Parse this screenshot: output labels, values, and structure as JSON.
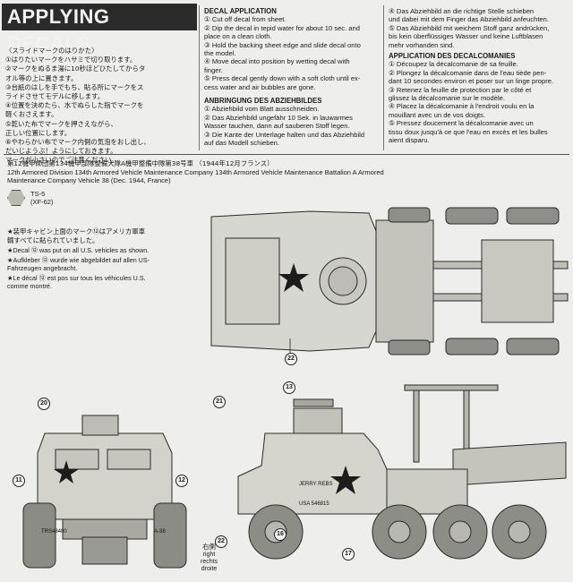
{
  "header": {
    "title": "APPLYING DECALS"
  },
  "jp_instructions": {
    "heading": "〈スライドマークのはりかた〉",
    "steps": [
      "①はりたいマークをハサミで切り取ります。",
      "②マークをぬるま湯に10秒ほどひたしてからタ",
      "オル等の上に置きます。",
      "③台紙のはしを手でもち、貼る所にマークをス",
      "ライドさせてモデルに移します。",
      "④位置を決めたら、水でぬらした指でマークを",
      "軽くおさえます。",
      "⑤乾いた布でマークを押さえながら、",
      "正しい位置にします。",
      "⑥やわらかい布でマーク内側の気泡をおし出し、",
      "だいじようぶ！ようにしておきます。",
      "マークが小さいのでご注意ください。"
    ]
  },
  "en_instructions": {
    "heading": "DECAL APPLICATION",
    "steps": [
      "① Cut off decal from sheet.",
      "② Dip the decal in tepid water for about 10 sec. and",
      "place on a clean cloth.",
      "③ Hold the backing sheet edge and slide decal onto",
      "the model.",
      "④ Move decal into position by wetting decal with",
      "finger.",
      "⑤ Press decal gently down with a soft cloth until ex-",
      "cess water and air bubbles are gone."
    ]
  },
  "de_instructions": {
    "heading": "ANBRINGUNG DES ABZIEHBILDES",
    "steps": [
      "① Abziehbild vom Blatt ausschneiden.",
      "② Das Abziehbild ungefähr 10 Sek. in lauwarmes",
      "Wasser tauchen, dann auf sauberen Stoff legen.",
      "③ Die Kante der Unterlage halten und das Abziehbild",
      "auf das Modell schieben."
    ],
    "continued": [
      "④ Das Abziehbild an die richtige Stelle schieben",
      "und dabei mit dem Finger das Abziehbild anfeuchten.",
      "⑤ Das Abziehbild mit weichem Stoff ganz andrücken,",
      "bis kein überflüssiges Wasser und keine Luftblasen",
      "mehr vorhanden sind."
    ]
  },
  "fr_instructions": {
    "heading": "APPLICATION DES DECALCOMANIES",
    "steps": [
      "① Découpez la décalcomanie de sa feuille.",
      "② Plongez la décalcomanie dans de l'eau tiède pen-",
      "dant 10 secondes environ et poser sur un linge propre.",
      "③ Retenez la feuille de protection par le côté et",
      "glissez la décalcomanie sur le modèle.",
      "④ Placez la décalcomanie à l'endroit voulu en la",
      "mouillant avec un de vos doigts.",
      "⑤ Pressez doucement la décalcomanie avec un",
      "tissu doux jusqu'à ce que l'eau en excès et les bulles",
      "aient disparu."
    ]
  },
  "caption": {
    "jp": "第12機甲師団第134機甲部隊整備大隊A機甲整備中隊第38号車 （1944年12月フランス）",
    "en": "12th Armored Division 134th Armored Vehicle Maintenance Company 134th Armored Vehicle Maintenance Battalion A Armored",
    "en2": "Maintenance Company Vehicle 38 (Dec. 1944, France)"
  },
  "paint": {
    "code": "TS-5",
    "sub": "(XF-62)",
    "color": "#b9b9b1"
  },
  "notes": [
    "★装甲キャビン上面のマーク⑫はアメリカ軍車輌すべてに貼られていました。",
    "★Decal ⑫ was put on all U.S. vehicles as shown.",
    "★Aufkleber ⑫ wurde wie abgebildet auf allen US-Fahrzeugen angebracht.",
    "★Le décal ⑫ est pos sur tous les véhicules U.S. comme montré."
  ],
  "callouts": {
    "top_star": "22",
    "front_top": "20",
    "front_left": "11",
    "front_right": "12",
    "side_top": "21",
    "side_mid": "13",
    "side_star": "17",
    "side_bottom": "22",
    "side_door": "16"
  },
  "vehicle_markings": {
    "front_plate_left": "TRS48400",
    "front_plate_right": "A-38",
    "side_serial": "USA 546815",
    "side_text": "JERRY REBS"
  },
  "direction_label": {
    "jp": "右側",
    "en": "right",
    "de": "rechts",
    "fr": "droite"
  }
}
